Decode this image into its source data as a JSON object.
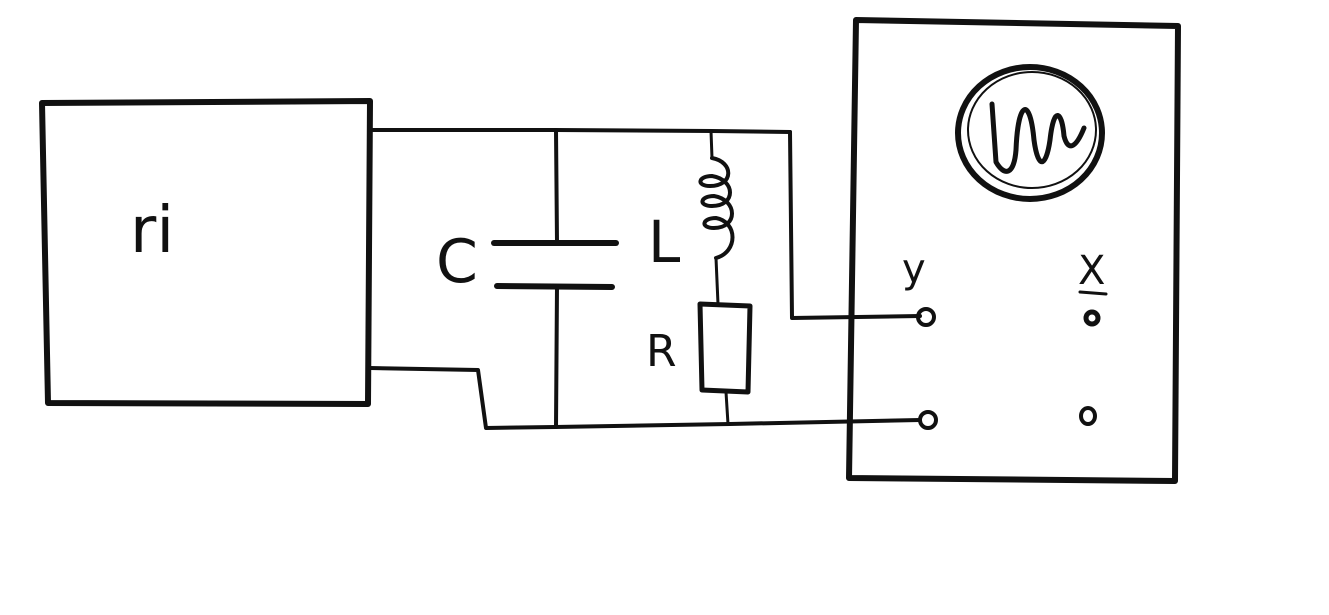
{
  "generator": {
    "label": "ri"
  },
  "capacitor": {
    "label": "C"
  },
  "inductor": {
    "label": "L"
  },
  "resistor": {
    "label": "R"
  },
  "oscilloscope": {
    "terminal_y_label": "y",
    "terminal_x_label": "X"
  },
  "colors": {
    "ink": "#111111",
    "background": "#ffffff"
  }
}
